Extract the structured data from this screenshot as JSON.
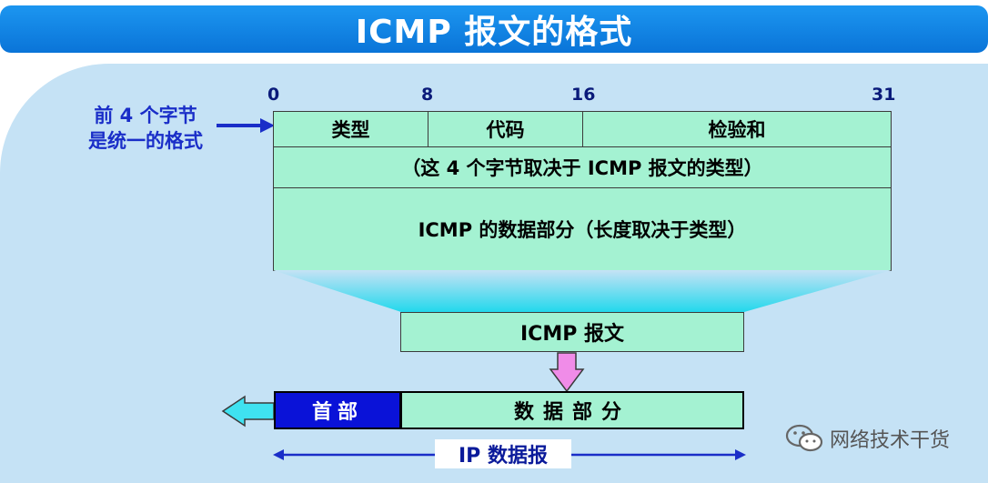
{
  "title": "ICMP 报文的格式",
  "bits": {
    "b0": "0",
    "b8": "8",
    "b16": "16",
    "b31": "31"
  },
  "left_note": {
    "line1": "前 4 个字节",
    "line2": "是统一的格式"
  },
  "fields": {
    "type": "类型",
    "code": "代码",
    "checksum": "检验和"
  },
  "row2": "（这 4 个字节取决于 ICMP 报文的类型）",
  "row3": "ICMP 的数据部分（长度取决于类型）",
  "icmp_message": "ICMP 报文",
  "ip_packet": {
    "header": "首部",
    "data": "数据部分",
    "label": "IP 数据报"
  },
  "watermark": "网络技术干货",
  "colors": {
    "accent": "#0a74d8",
    "cell": "#a4f2d2",
    "header_cell": "#0a12d8",
    "arrow": "#1a2ec8",
    "pink_arrow": "#f08ce8"
  }
}
